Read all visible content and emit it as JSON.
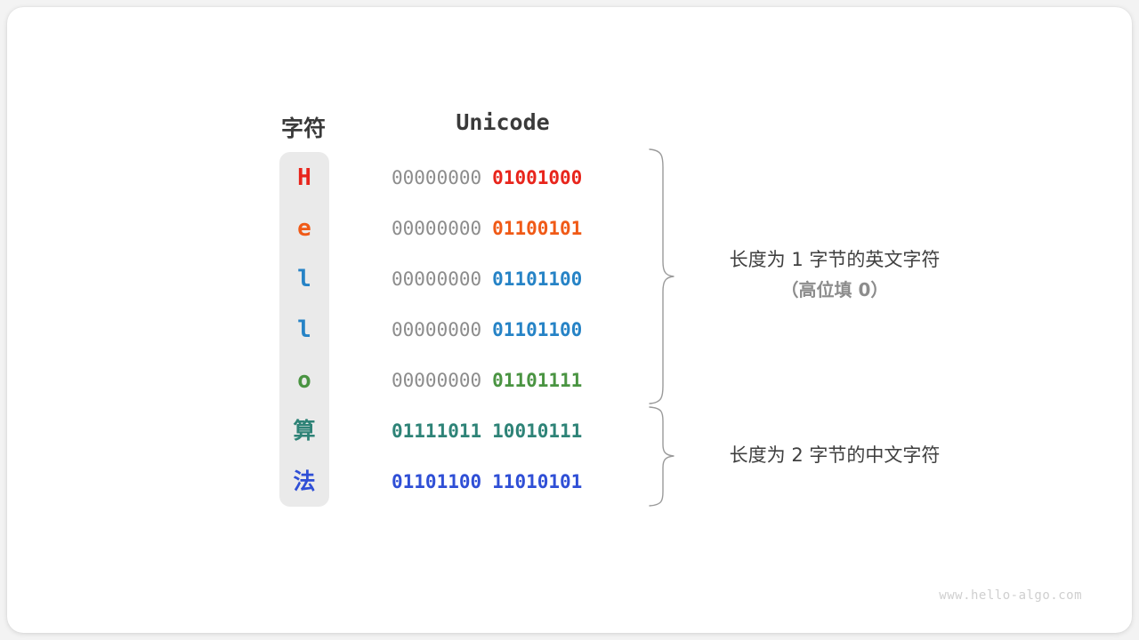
{
  "headers": {
    "character": "字符",
    "unicode": "Unicode"
  },
  "rows": [
    {
      "char": "H",
      "color": "#E8251C",
      "high_byte": "00000000",
      "low_byte": "01001000",
      "high_is_padding": true,
      "is_cjk": false
    },
    {
      "char": "e",
      "color": "#F05A17",
      "high_byte": "00000000",
      "low_byte": "01100101",
      "high_is_padding": true,
      "is_cjk": false
    },
    {
      "char": "l",
      "color": "#2683C6",
      "high_byte": "00000000",
      "low_byte": "01101100",
      "high_is_padding": true,
      "is_cjk": false
    },
    {
      "char": "l",
      "color": "#2683C6",
      "high_byte": "00000000",
      "low_byte": "01101100",
      "high_is_padding": true,
      "is_cjk": false
    },
    {
      "char": "o",
      "color": "#4A9442",
      "high_byte": "00000000",
      "low_byte": "01101111",
      "high_is_padding": true,
      "is_cjk": false
    },
    {
      "char": "算",
      "color": "#2E8377",
      "high_byte": "01111011",
      "low_byte": "10010111",
      "high_is_padding": false,
      "is_cjk": true
    },
    {
      "char": "法",
      "color": "#2F4FD6",
      "high_byte": "01101100",
      "low_byte": "11010101",
      "high_is_padding": false,
      "is_cjk": true
    }
  ],
  "annotations": [
    {
      "line1": "长度为 1 字节的英文字符",
      "line2": "（高位填 0）"
    },
    {
      "line1": "长度为 2 字节的中文字符",
      "line2": ""
    }
  ],
  "watermark": "www.hello-algo.com",
  "palette": {
    "pill_bg": "#eaeaea",
    "padding_gray": "#8c8c8c",
    "brace_gray": "#9a9a9a",
    "header_text": "#3a3a3a",
    "annot_text": "#3f3f3f",
    "annot_sub_text": "#8c8c8c",
    "watermark": "#cfcfcf",
    "card_bg": "#ffffff",
    "page_bg": "#f3f3f3"
  }
}
